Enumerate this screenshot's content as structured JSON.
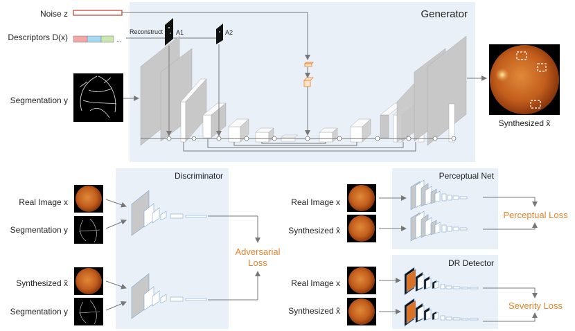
{
  "generator": {
    "title": "Generator",
    "noise_label": "Noise z",
    "descriptors_label": "Descriptors D(x)",
    "segmentation_label": "Segmentation y",
    "reconstruct_label": "Reconstruct",
    "a1_label": "A1",
    "a2_label": "A2",
    "output_label": "Synthesized x̂",
    "dots": "..."
  },
  "discriminator": {
    "title": "Discriminator",
    "real_image_label": "Real Image x",
    "segmentation_label_1": "Segmentation y",
    "synthesized_label": "Synthesized x̂",
    "segmentation_label_2": "Segmentation y",
    "loss_line1": "Adversarial",
    "loss_line2": "Loss"
  },
  "perceptual": {
    "title": "Perceptual Net",
    "real_image_label": "Real Image x",
    "synthesized_label": "Synthesized x̂",
    "loss": "Perceptual Loss"
  },
  "detector": {
    "title": "DR Detector",
    "real_image_label": "Real Image x",
    "synthesized_label": "Synthesized x̂",
    "loss": "Severity Loss"
  },
  "colors": {
    "panel_bg": "#e9f0f8",
    "accent_orange": "#e8832a",
    "block_gray": "#c8c8c8",
    "block_blue": "#bcd3ee",
    "fundus_orange": "#c8661e"
  }
}
